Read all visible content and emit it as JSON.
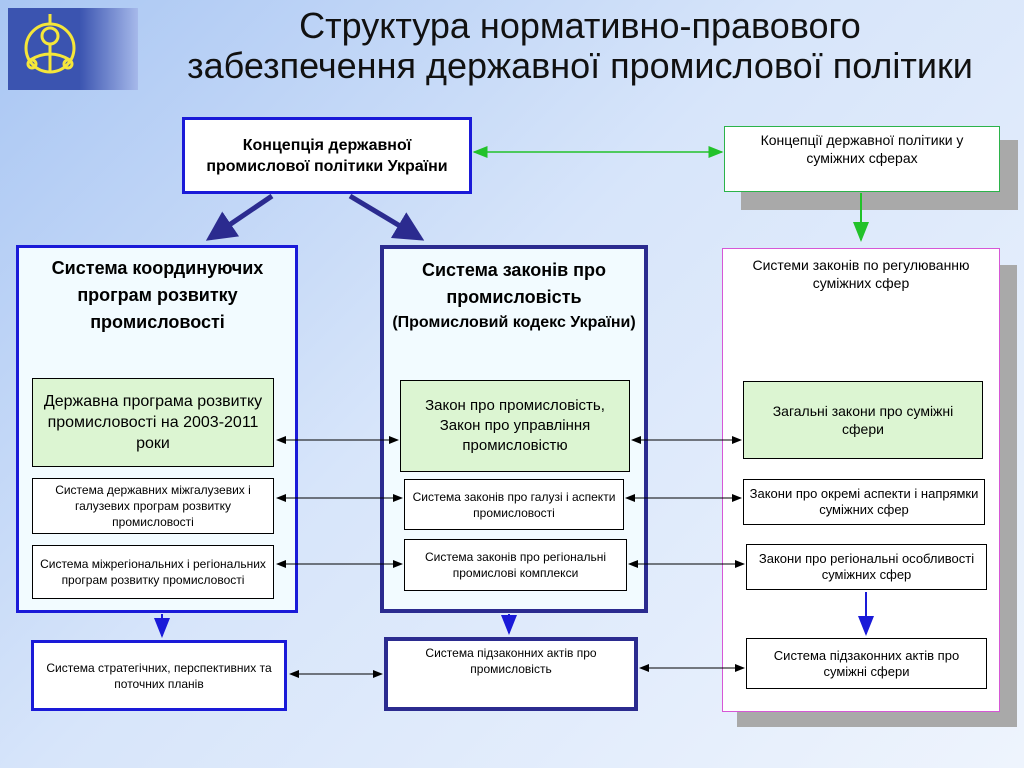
{
  "title_line1": "Структура нормативно-правового",
  "title_line2": "забезпечення державної промислової політики",
  "top_concept": "Концепція державної промислової політики України",
  "related_concept": "Концепції державної політики  у суміжних сферах",
  "left_column": {
    "heading": "Система координуючих програм розвитку промисловості",
    "item1": "Державна програма розвитку промисловості на 2003-2011 роки",
    "item2": "Система державних міжгалузевих і галузевих  програм  розвитку промисловості",
    "item3": "Система міжрегіональних і регіональних  програм розвитку промисловості",
    "bottom": "Система стратегічних, перспективних та поточних планів"
  },
  "middle_column": {
    "heading": "Система законів про промисловість",
    "subheading": "(Промисловий кодекс України)",
    "item1": "Закон про промисловість, Закон про управління промисловістю",
    "item2": "Система законів про галузі  і аспекти промисловості",
    "item3": "Система законів про регіональні промислові комплекси",
    "bottom": "Система підзаконних актів про промисловість"
  },
  "right_column": {
    "heading": "Системи законів по регулюванню суміжних сфер",
    "item1": "Загальні закони про суміжні сфери",
    "item2": "Закони про окремі аспекти і напрямки суміжних сфер",
    "item3": "Закони про регіональні особливості суміжних сфер",
    "bottom": "Система підзаконних актів про суміжні сфери"
  },
  "colors": {
    "frame_blue": "#1a1ad8",
    "frame_navy": "#2b2b8f",
    "frame_green": "#2bb34a",
    "frame_magenta": "#d657d6",
    "arrow_green": "#22c22a",
    "fill_lightgreen": "#dcf5d2"
  },
  "icons": [
    "emblem-icon"
  ]
}
